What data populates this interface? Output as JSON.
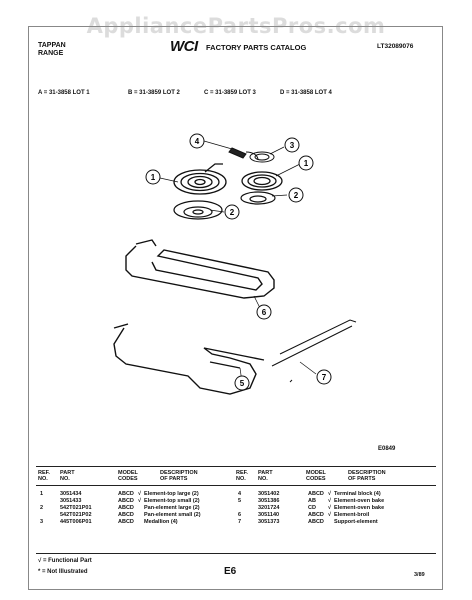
{
  "watermark": "AppliancePartsPros.com",
  "header": {
    "brand_line1": "TAPPAN",
    "brand_line2": "RANGE",
    "logo": "WCI",
    "catalog_title": "FACTORY PARTS CATALOG",
    "catalog_code": "LT32089076"
  },
  "lots": [
    "A = 31-3858 LOT 1",
    "B = 31-3859 LOT 2",
    "C = 31-3859 LOT 3",
    "D = 31-3858 LOT 4"
  ],
  "callouts": [
    "1",
    "2",
    "3",
    "4",
    "5",
    "6",
    "7"
  ],
  "diagram_code": "E0849",
  "table": {
    "headers": {
      "ref": "REF.\nNO.",
      "part": "PART\nNO.",
      "model": "MODEL\nCODES",
      "desc": "DESCRIPTION\nOF PARTS"
    },
    "left": [
      {
        "ref": "1",
        "part": "3051434",
        "model": "ABCD",
        "check": "√",
        "desc": "Element-top large (2)"
      },
      {
        "ref": "",
        "part": "3051433",
        "model": "ABCD",
        "check": "√",
        "desc": "Element-top small (2)"
      },
      {
        "ref": "2",
        "part": "542T021P01",
        "model": "ABCD",
        "check": "",
        "desc": "Pan-element large (2)"
      },
      {
        "ref": "",
        "part": "542T021P02",
        "model": "ABCD",
        "check": "",
        "desc": "Pan-element small (2)"
      },
      {
        "ref": "3",
        "part": "445T006P01",
        "model": "ABCD",
        "check": "",
        "desc": "Medallion (4)"
      }
    ],
    "right": [
      {
        "ref": "4",
        "part": "3051402",
        "model": "ABCD",
        "check": "√",
        "desc": "Terminal block (4)"
      },
      {
        "ref": "5",
        "part": "3051386",
        "model": "AB",
        "check": "√",
        "desc": "Element-oven bake"
      },
      {
        "ref": "",
        "part": "3201724",
        "model": "CD",
        "check": "√",
        "desc": "Element-oven bake"
      },
      {
        "ref": "6",
        "part": "3051140",
        "model": "ABCD",
        "check": "√",
        "desc": "Element-broil"
      },
      {
        "ref": "7",
        "part": "3051373",
        "model": "ABCD",
        "check": "",
        "desc": "Support-element"
      }
    ]
  },
  "footer": {
    "note1": "√ = Functional Part",
    "note2": "* = Not Illustrated",
    "page": "E6",
    "date": "3/89"
  }
}
